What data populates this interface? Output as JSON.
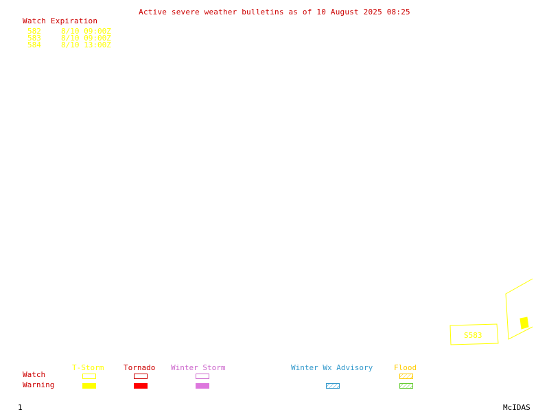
{
  "title": "Active severe weather bulletins as of 10 August 2025 08:25",
  "watch_expiration": {
    "heading": "Watch Expiration",
    "items": [
      {
        "id": "582",
        "time": "8/10 09:00Z"
      },
      {
        "id": "583",
        "time": "8/10 09:00Z"
      },
      {
        "id": "584",
        "time": "8/10 13:00Z"
      }
    ]
  },
  "map": {
    "watch_label": "S583"
  },
  "legend": {
    "row_labels": {
      "watch": "Watch",
      "warning": "Warning"
    },
    "categories": [
      {
        "label": "T-Storm",
        "color": "#ffff00",
        "watch_style": "outline",
        "warning_style": "solid"
      },
      {
        "label": "Tornado",
        "color": "#cc0000",
        "warning_color": "#ff0000",
        "watch_style": "outline",
        "warning_style": "solid"
      },
      {
        "label": "Winter Storm",
        "color": "#cc66cc",
        "warning_color": "#dd77dd",
        "watch_style": "outline",
        "warning_style": "solid"
      },
      {
        "label": "Winter Wx Advisory",
        "color": "#3399cc",
        "watch_style": "none",
        "warning_style": "hatched"
      },
      {
        "label": "Flood",
        "color": "#ffcc00",
        "warning_color": "#66cc33",
        "watch_style": "hatched",
        "warning_style": "hatched"
      }
    ]
  },
  "colors": {
    "title": "#cc0000",
    "watch_list": "#ffff00",
    "map_outline": "#ffff00",
    "footer": "#000000"
  },
  "footer": {
    "frame_number": "1",
    "brand": "McIDAS"
  }
}
